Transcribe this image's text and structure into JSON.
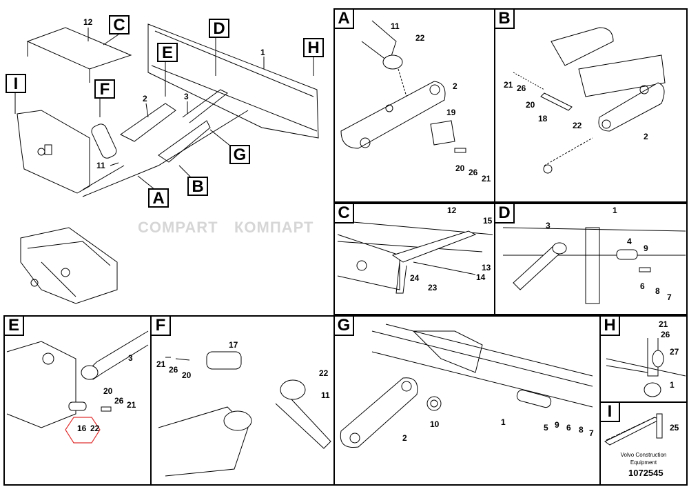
{
  "watermarks": [
    "COMPART",
    "КОМПАРТ"
  ],
  "overview": {
    "letters": [
      "C",
      "D",
      "E",
      "H",
      "I",
      "F",
      "G",
      "A",
      "B"
    ],
    "callouts": [
      "12",
      "1",
      "2",
      "3",
      "11"
    ]
  },
  "panels": {
    "A": {
      "letter": "A",
      "callouts": [
        "11",
        "22",
        "2",
        "19",
        "20",
        "26",
        "21"
      ]
    },
    "B": {
      "letter": "B",
      "callouts": [
        "21",
        "26",
        "20",
        "18",
        "22",
        "2"
      ]
    },
    "C": {
      "letter": "C",
      "callouts": [
        "12",
        "15",
        "13",
        "14",
        "24",
        "23"
      ]
    },
    "D": {
      "letter": "D",
      "callouts": [
        "1",
        "3",
        "4",
        "9",
        "6",
        "8",
        "7"
      ]
    },
    "E": {
      "letter": "E",
      "callouts": [
        "3",
        "20",
        "26",
        "21",
        "16",
        "22"
      ]
    },
    "F": {
      "letter": "F",
      "callouts": [
        "17",
        "21",
        "26",
        "20",
        "22",
        "11"
      ]
    },
    "G": {
      "letter": "G",
      "callouts": [
        "10",
        "2",
        "1",
        "5",
        "9",
        "6",
        "8",
        "7"
      ]
    },
    "H": {
      "letter": "H",
      "callouts": [
        "21",
        "26",
        "27",
        "1"
      ]
    },
    "I": {
      "letter": "I",
      "callouts": [
        "25"
      ]
    }
  },
  "footer": {
    "manufacturer_line1": "Volvo Construction",
    "manufacturer_line2": "Equipment",
    "document_number": "1072545"
  },
  "colors": {
    "highlight": "#e03030",
    "watermark": "#d6d6d6"
  }
}
